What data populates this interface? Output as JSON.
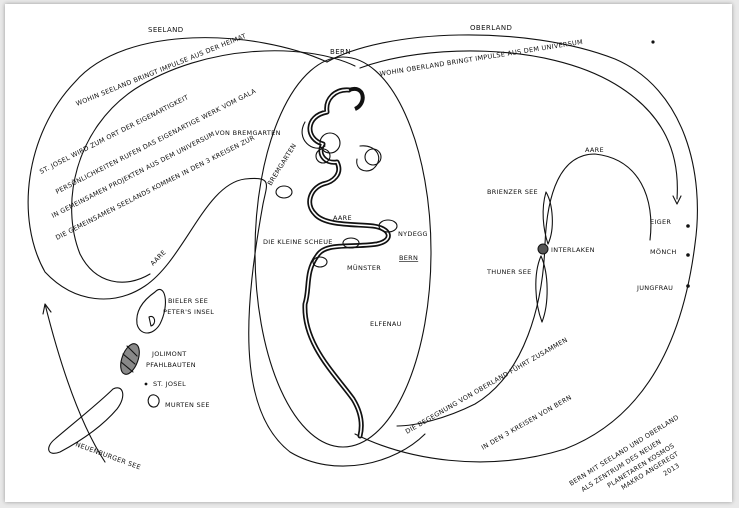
{
  "regions": {
    "seeland": "SEELAND",
    "oberland": "OBERLAND",
    "bern_top": "BERN"
  },
  "seeland_text": [
    "WOHIN SEELAND BRINGT IMPULSE AUS DER HEIMAT",
    "ST. JOSEL WIRD ZUM ORT DER EIGENARTIGKEIT",
    "PERSÖNLICHKEITEN RUFEN DAS EIGENARTIGE WERK VOM GALA",
    "IN GEMEINSAMEN PROJEKTEN AUS DEM UNIVERSUM",
    "DIE GEMEINSAMEN SEELANDS KOMMEN IN DEN 3 KREISEN ZUR",
    "VON BREMGARTEN"
  ],
  "oberland_text": "WOHIN OBERLAND BRINGT IMPULSE AUS DEM UNIVERSUM",
  "aare": [
    "AARE",
    "AARE",
    "AARE"
  ],
  "bern_places": {
    "bremgarten": "BREMGARTEN",
    "nydegg": "NYDEGG",
    "bern": "BERN",
    "kirche": "DIE KLEINE SCHEUE",
    "munster": "MÜNSTER",
    "elfenau": "ELFENAU"
  },
  "seeland_places": {
    "bieler_see": "BIELER SEE",
    "peters_insel": "PETER'S INSEL",
    "jolimont": "JOLIMONT",
    "pfahlbauten": "PFAHLBAUTEN",
    "st_josel": "ST. JOSEL",
    "murten_see": "MURTEN SEE",
    "neuenburger_see": "NEUENBURGER SEE"
  },
  "oberland_places": {
    "brienzer_see": "BRIENZER SEE",
    "interlaken": "INTERLAKEN",
    "thuner_see": "THUNER SEE",
    "eiger": "EIGER",
    "moench": "MÖNCH",
    "jungfrau": "JUNGFRAU"
  },
  "bottom_text": [
    "DIE BEGEGNUNG VON OBERLAND FÜHRT ZUSAMMEN",
    "IN DEN 3 KREISEN VON BERN"
  ],
  "signature_text": [
    "BERN MIT SEELAND UND OBERLAND",
    "ALS ZENTRUM DES NEUEN",
    "PLANETAREN KOSMOS",
    "MAKRO ANGEREGT",
    "2013"
  ]
}
